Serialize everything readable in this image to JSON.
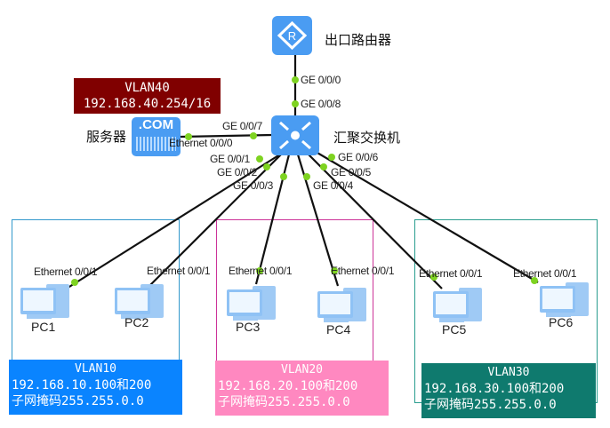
{
  "colors": {
    "device": "#4a9cf2",
    "link": "#111111",
    "port_dot": "#7ed321",
    "vlan10": "#0a84ff",
    "vlan20": "#ff88c0",
    "vlan30": "#0f7a6e",
    "vlan40": "#800000"
  },
  "router": {
    "label": "出口路由器",
    "icon": "router-icon",
    "port_up": "GE 0/0/0"
  },
  "switch": {
    "label": "汇聚交换机",
    "icon": "switch-icon",
    "port_router": "GE 0/0/8",
    "port_server": "GE 0/0/7",
    "ports": [
      "GE 0/0/1",
      "GE 0/0/2",
      "GE 0/0/3",
      "GE 0/0/4",
      "GE 0/0/5",
      "GE 0/0/6"
    ]
  },
  "server": {
    "label": "服务器",
    "icon_text": ".COM",
    "port": "Ethernet 0/0/0"
  },
  "vlan40": {
    "title": "VLAN40",
    "ip": "192.168.40.254/16"
  },
  "pcs": [
    {
      "name": "PC1",
      "port": "Ethernet 0/0/1"
    },
    {
      "name": "PC2",
      "port": "Ethernet 0/0/1"
    },
    {
      "name": "PC3",
      "port": "Ethernet 0/0/1"
    },
    {
      "name": "PC4",
      "port": "Ethernet 0/0/1"
    },
    {
      "name": "PC5",
      "port": "Ethernet 0/0/1"
    },
    {
      "name": "PC6",
      "port": "Ethernet 0/0/1"
    }
  ],
  "vlans": [
    {
      "title": "VLAN10",
      "ip": "192.168.10.100和200",
      "mask": "子网掩码255.255.0.0"
    },
    {
      "title": "VLAN20",
      "ip": "192.168.20.100和200",
      "mask": "子网掩码255.255.0.0"
    },
    {
      "title": "VLAN30",
      "ip": "192.168.30.100和200",
      "mask": "子网掩码255.255.0.0"
    }
  ]
}
